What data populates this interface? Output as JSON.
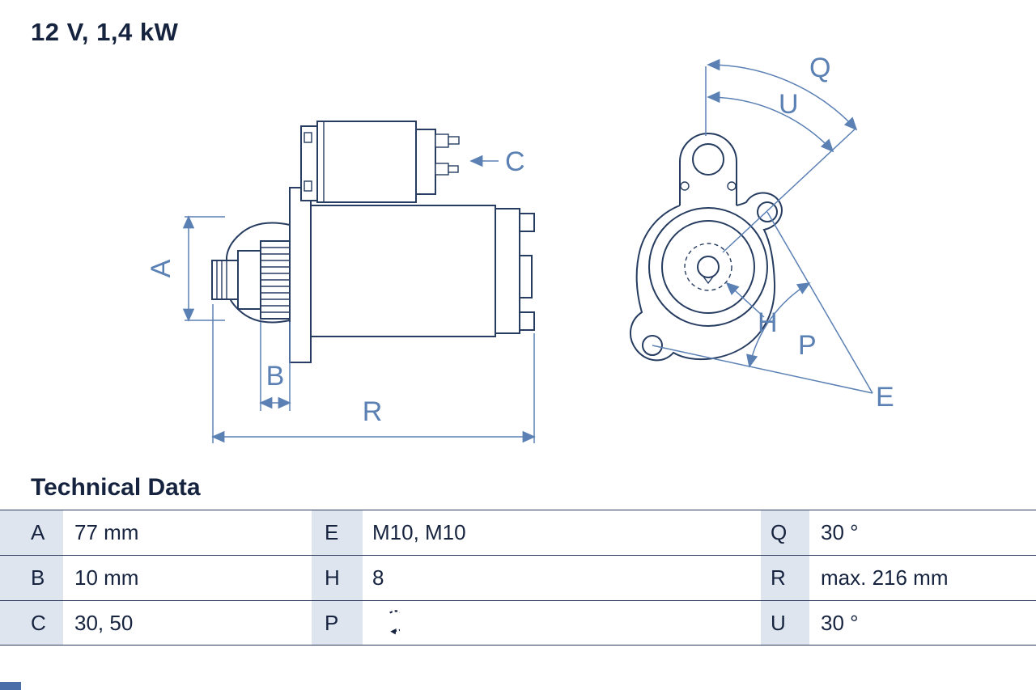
{
  "title": "12 V, 1,4 kW",
  "colors": {
    "outline": "#263c60",
    "dimension": "#5b80b4",
    "text": "#16233f",
    "table_line": "#2c3c5c",
    "key_cell_bg": "#dfe5ee",
    "logo_blue": "#4a6fa8"
  },
  "drawing": {
    "labels": {
      "A": "A",
      "B": "B",
      "C": "C",
      "R": "R",
      "Q": "Q",
      "U": "U",
      "H": "H",
      "P": "P",
      "E": "E"
    }
  },
  "technical_data": {
    "heading": "Technical Data",
    "p_value_icon": "rotation-ccw-icon",
    "rows": [
      {
        "c1_key": "A",
        "c1_val": "77 mm",
        "c2_key": "E",
        "c2_val": "M10, M10",
        "c3_key": "Q",
        "c3_val": "30 °"
      },
      {
        "c1_key": "B",
        "c1_val": "10 mm",
        "c2_key": "H",
        "c2_val": "8",
        "c3_key": "R",
        "c3_val": "max. 216 mm"
      },
      {
        "c1_key": "C",
        "c1_val": "30, 50",
        "c2_key": "P",
        "c2_val": "",
        "c3_key": "U",
        "c3_val": "30 °"
      }
    ]
  }
}
